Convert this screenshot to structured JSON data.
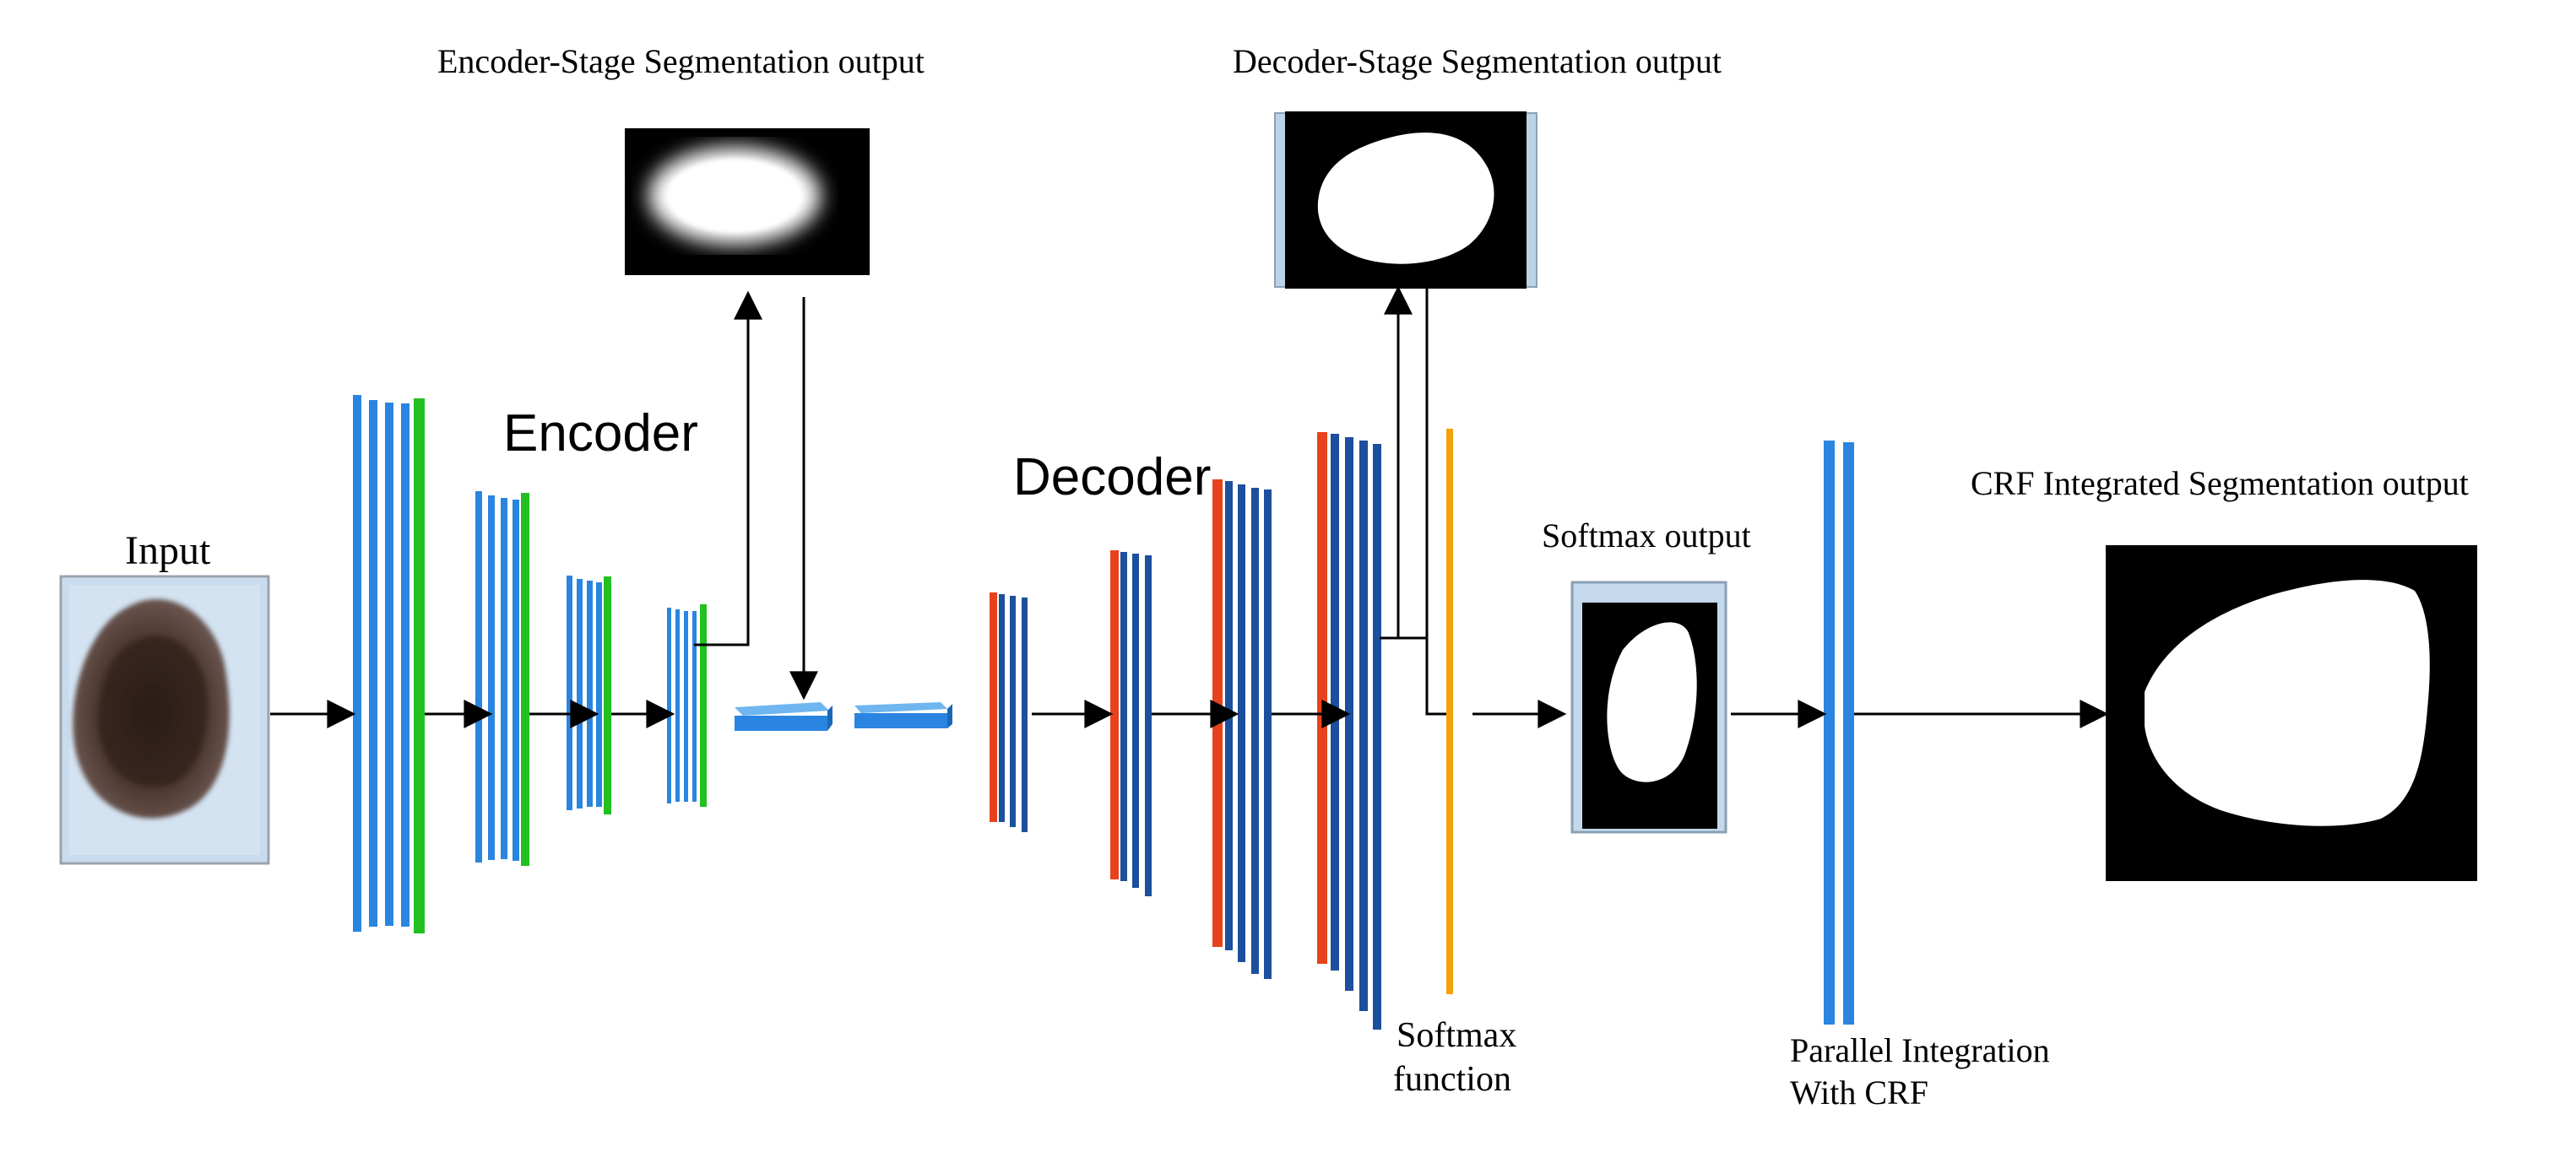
{
  "labels": {
    "input": "Input",
    "encoder": "Encoder",
    "decoder": "Decoder",
    "encoder_output": "Encoder-Stage Segmentation output",
    "decoder_output": "Decoder-Stage Segmentation output",
    "softmax_output": "Softmax output",
    "crf_output": "CRF Integrated Segmentation output",
    "softmax_function_line1": "Softmax",
    "softmax_function_line2": "function",
    "parallel_line1": "Parallel Integration",
    "parallel_line2": "With CRF"
  },
  "colors": {
    "layer_blue": "#2a85e0",
    "layer_dark_blue": "#1c4f9c",
    "layer_green": "#22c020",
    "layer_red": "#e8421c",
    "softmax_orange": "#f5a20a",
    "lesion_dark": "#3a2722",
    "skin_background": "#c8dcef",
    "mask_black": "#000000",
    "mask_white": "#ffffff",
    "arrow": "#000000"
  },
  "icons": {
    "input_image": "skin-lesion-photo",
    "encoder_output_image": "blurry-segmentation-mask",
    "decoder_output_image": "segmentation-mask",
    "softmax_output_image": "segmentation-mask",
    "crf_output_image": "segmentation-mask"
  }
}
